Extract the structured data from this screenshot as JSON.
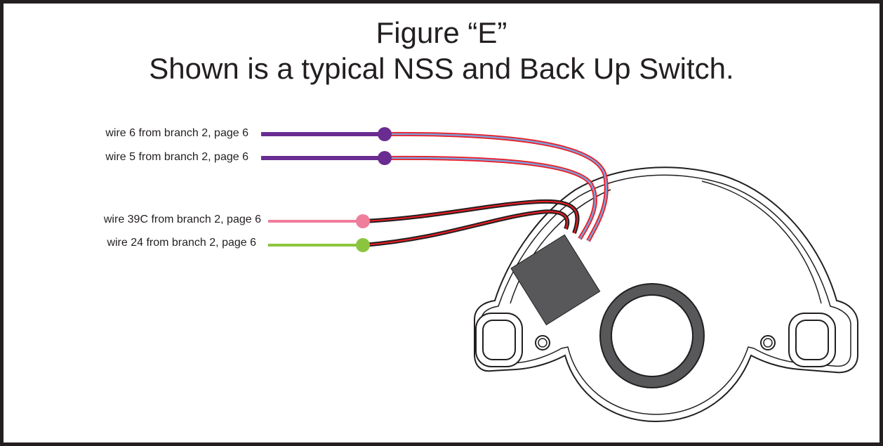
{
  "figure": {
    "title": "Figure “E”",
    "subtitle": "Shown is a typical NSS and Back Up Switch."
  },
  "wires": [
    {
      "label": "wire 6 from branch 2, page 6",
      "color": "#6a2c91"
    },
    {
      "label": "wire 5 from branch 2, page 6",
      "color": "#6a2c91"
    },
    {
      "label": "wire 39C from branch 2, page 6",
      "color": "#ef7d9c"
    },
    {
      "label": "wire 24 from branch 2, page 6",
      "color": "#8bc53f"
    }
  ],
  "colors": {
    "frame": "#231f20",
    "switch_body": "#ffffff",
    "connector": "#58585a",
    "harness_red": "#ed1c24",
    "harness_blue": "#7f9fd8",
    "harness_black": "#231f20",
    "grommet": "#58585a"
  }
}
